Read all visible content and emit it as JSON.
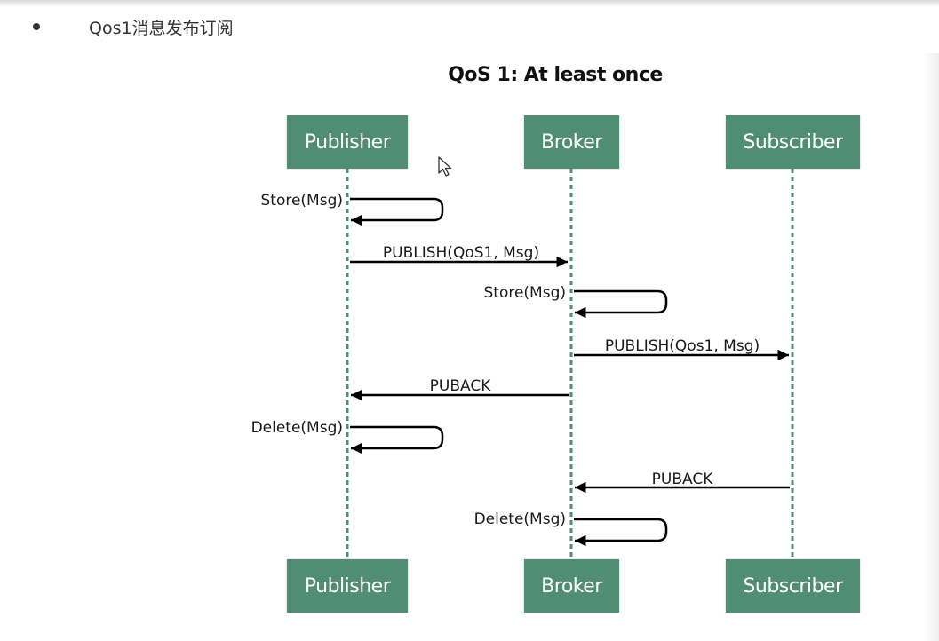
{
  "bullet": {
    "text": "Qos1消息发布订阅"
  },
  "diagram": {
    "title": "QoS 1: At least once",
    "actors": {
      "publisher": "Publisher",
      "broker": "Broker",
      "subscriber": "Subscriber"
    },
    "messages": [
      {
        "id": "store-pub",
        "label": "Store(Msg)",
        "from": "publisher",
        "to": "publisher"
      },
      {
        "id": "publish-to-broker",
        "label": "PUBLISH(QoS1, Msg)",
        "from": "publisher",
        "to": "broker"
      },
      {
        "id": "store-broker",
        "label": "Store(Msg)",
        "from": "broker",
        "to": "broker"
      },
      {
        "id": "publish-to-subscriber",
        "label": "PUBLISH(Qos1, Msg)",
        "from": "broker",
        "to": "subscriber"
      },
      {
        "id": "puback-to-publisher",
        "label": "PUBACK",
        "from": "broker",
        "to": "publisher"
      },
      {
        "id": "delete-pub",
        "label": "Delete(Msg)",
        "from": "publisher",
        "to": "publisher"
      },
      {
        "id": "puback-to-broker",
        "label": "PUBACK",
        "from": "subscriber",
        "to": "broker"
      },
      {
        "id": "delete-broker",
        "label": "Delete(Msg)",
        "from": "broker",
        "to": "broker"
      }
    ],
    "colors": {
      "actor_fill": "#4f8e74",
      "lifeline": "#4f8e74",
      "arrow": "#000000"
    }
  }
}
